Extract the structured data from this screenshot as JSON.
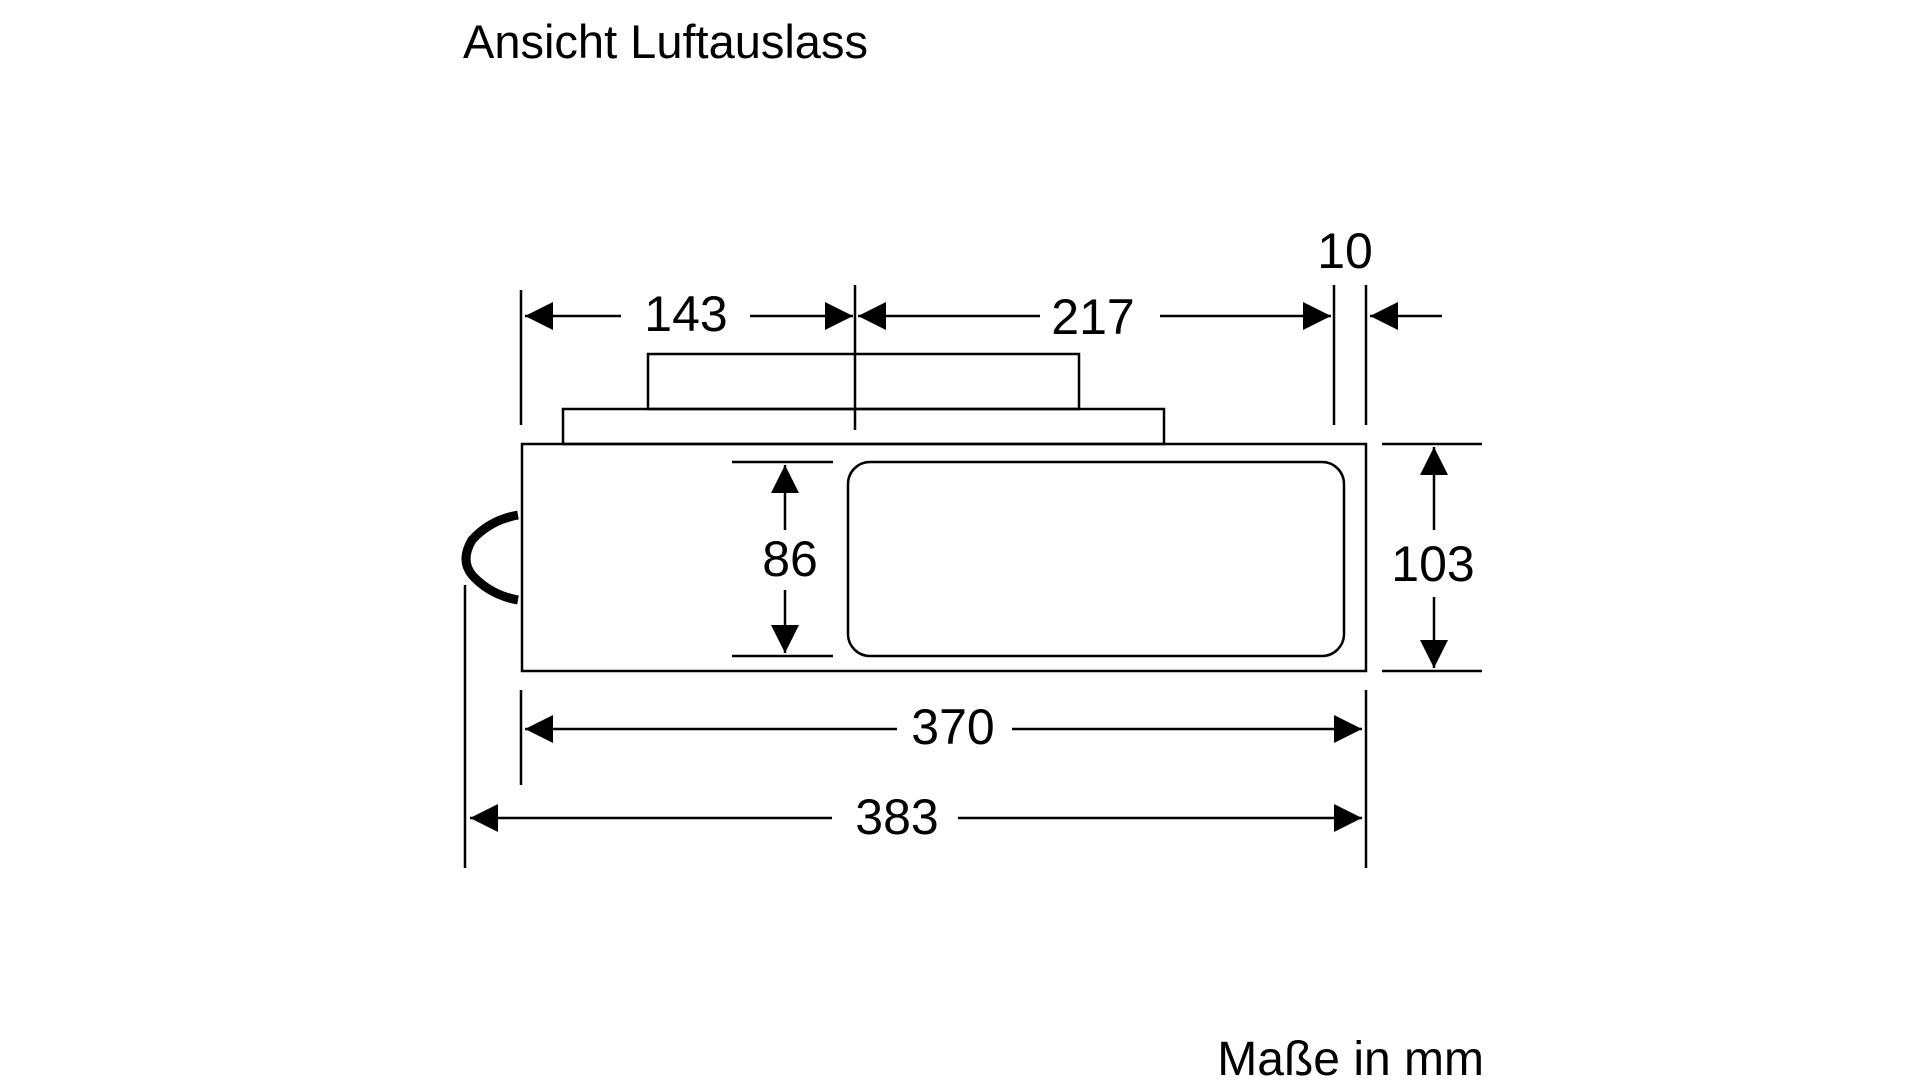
{
  "title": "Ansicht Luftauslass",
  "units_note": "Maße in mm",
  "dimensions": {
    "top_left_width": "143",
    "top_right_width": "217",
    "top_offset": "10",
    "inner_height": "86",
    "total_height": "103",
    "body_width": "370",
    "overall_width": "383"
  },
  "colors": {
    "stroke": "#000000",
    "background": "#ffffff"
  }
}
